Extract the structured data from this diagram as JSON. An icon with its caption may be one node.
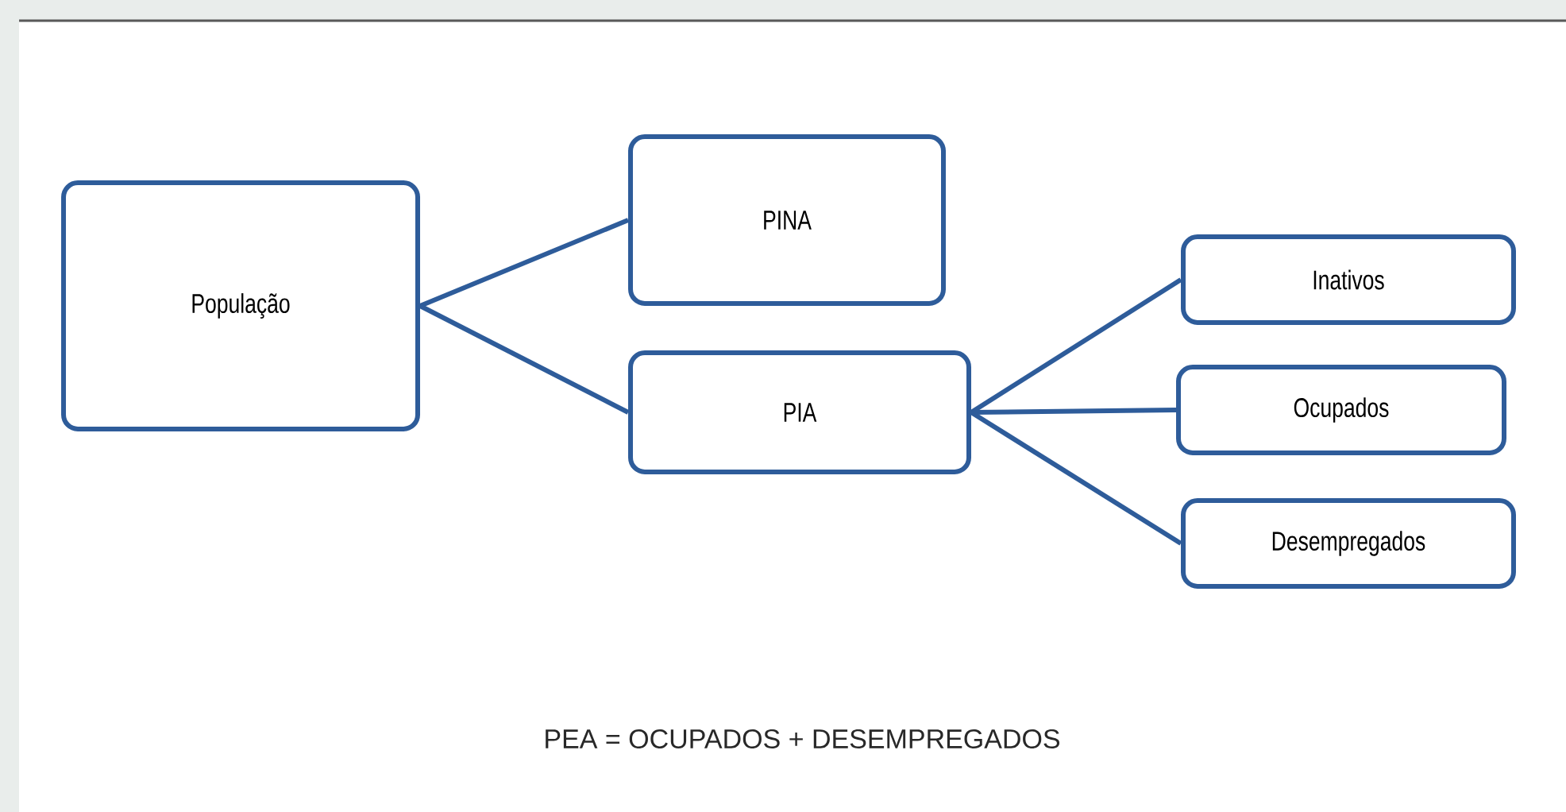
{
  "diagram": {
    "nodes": [
      {
        "text": [
          "População"
        ]
      },
      {
        "text": [
          "PINA"
        ]
      },
      {
        "text": [
          "PIA"
        ]
      },
      {
        "text": [
          "Inativos"
        ]
      },
      {
        "text": [
          "Ocupados"
        ]
      },
      {
        "text": [
          "Desempregados"
        ]
      }
    ],
    "edges": [
      {
        "from": 0,
        "to": 1,
        "arrow": "none"
      },
      {
        "from": 0,
        "to": 2,
        "arrow": "none"
      },
      {
        "from": 2,
        "to": 3,
        "arrow": "none"
      },
      {
        "from": 2,
        "to": 4,
        "arrow": "none"
      },
      {
        "from": 2,
        "to": 5,
        "arrow": "none"
      }
    ],
    "labels": [
      "PEA = OCUPADOS + DESEMPREGADOS"
    ]
  }
}
